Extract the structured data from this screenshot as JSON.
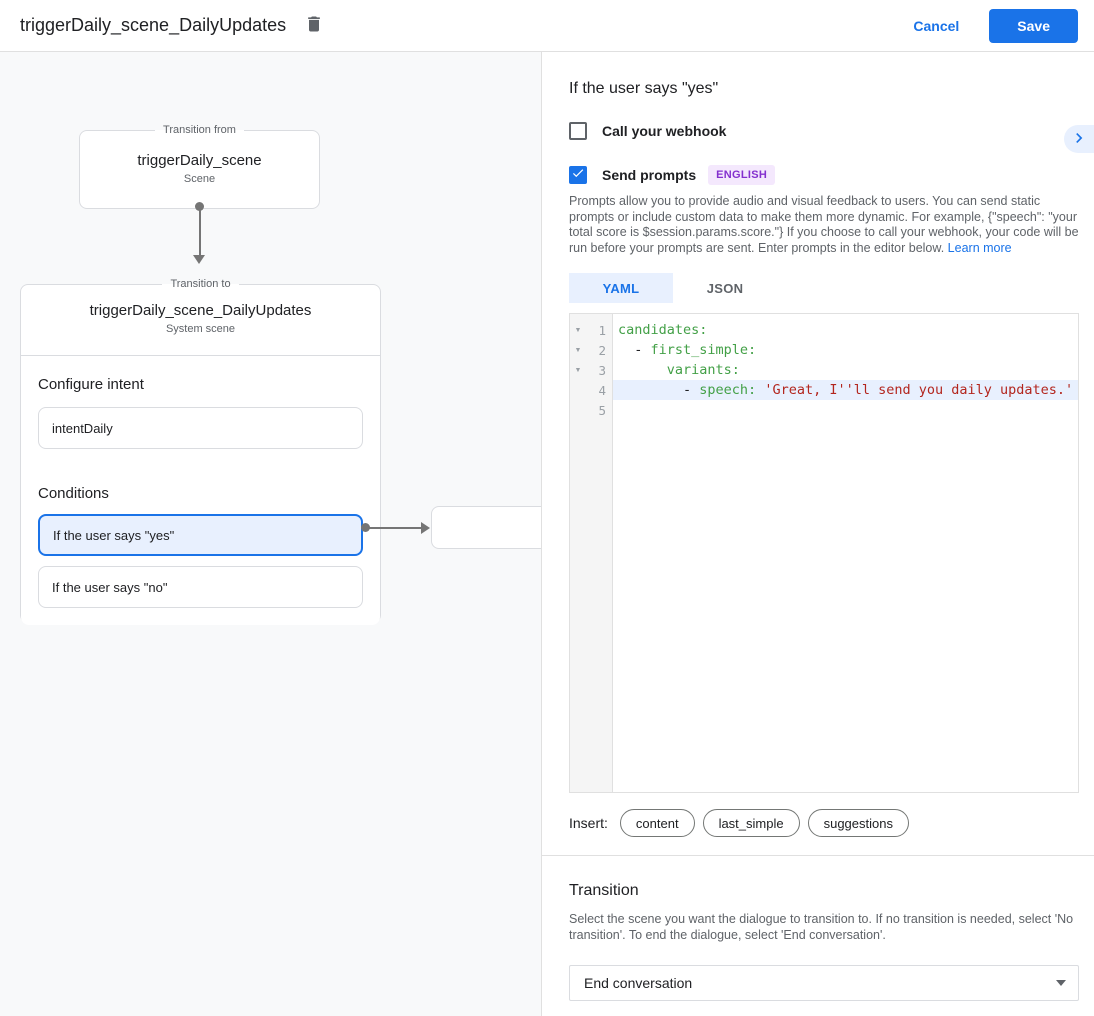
{
  "header": {
    "title": "triggerDaily_scene_DailyUpdates",
    "cancel_label": "Cancel",
    "save_label": "Save"
  },
  "flow": {
    "from_node": {
      "legend": "Transition from",
      "title": "triggerDaily_scene",
      "subtitle": "Scene"
    },
    "to_node": {
      "legend": "Transition to",
      "title": "triggerDaily_scene_DailyUpdates",
      "subtitle": "System scene",
      "configure_intent_label": "Configure intent",
      "intent_value": "intentDaily",
      "conditions_label": "Conditions",
      "conditions": [
        {
          "label": "If the user says \"yes\"",
          "selected": true
        },
        {
          "label": "If the user says \"no\"",
          "selected": false
        }
      ]
    }
  },
  "panel": {
    "title": "If the user says \"yes\"",
    "webhook": {
      "label": "Call your webhook",
      "checked": false
    },
    "prompts": {
      "label": "Send prompts",
      "checked": true,
      "badge": "ENGLISH"
    },
    "description": "Prompts allow you to provide audio and visual feedback to users. You can send static prompts or include custom data to make them more dynamic. For example, {\"speech\": \"your total score is $session.params.score.\"} If you choose to call your webhook, your code will be run before your prompts are sent. Enter prompts in the editor below. ",
    "learn_more_label": "Learn more",
    "tabs": [
      {
        "label": "YAML",
        "active": true
      },
      {
        "label": "JSON",
        "active": false
      }
    ],
    "editor": {
      "lines": [
        {
          "num": 1,
          "fold": true,
          "hl": false,
          "tokens": [
            {
              "c": "key",
              "t": "candidates:"
            }
          ]
        },
        {
          "num": 2,
          "fold": true,
          "hl": false,
          "tokens": [
            {
              "c": "plain",
              "t": "  - "
            },
            {
              "c": "key",
              "t": "first_simple:"
            }
          ]
        },
        {
          "num": 3,
          "fold": true,
          "hl": false,
          "tokens": [
            {
              "c": "plain",
              "t": "      "
            },
            {
              "c": "key",
              "t": "variants:"
            }
          ]
        },
        {
          "num": 4,
          "fold": false,
          "hl": true,
          "tokens": [
            {
              "c": "plain",
              "t": "        - "
            },
            {
              "c": "key",
              "t": "speech:"
            },
            {
              "c": "plain",
              "t": " "
            },
            {
              "c": "str",
              "t": "'Great, I''ll send you daily updates.'"
            }
          ]
        },
        {
          "num": 5,
          "fold": false,
          "hl": false,
          "tokens": []
        }
      ]
    },
    "insert": {
      "label": "Insert:",
      "chips": [
        "content",
        "last_simple",
        "suggestions"
      ]
    },
    "transition": {
      "title": "Transition",
      "description": "Select the scene you want the dialogue to transition to. If no transition is needed, select 'No transition'. To end the dialogue, select 'End conversation'.",
      "value": "End conversation"
    }
  },
  "colors": {
    "accent_blue": "#1a73e8",
    "selection_blue_bg": "#e8f0fe",
    "badge_purple": "#8430ce",
    "badge_purple_bg": "#f4e8fd",
    "yaml_key_green": "#43a047",
    "yaml_string_red": "#b3261e",
    "text_primary": "#202124",
    "text_secondary": "#5f6368",
    "border_gray": "#dadce0",
    "canvas_bg": "#f8f9fa"
  }
}
